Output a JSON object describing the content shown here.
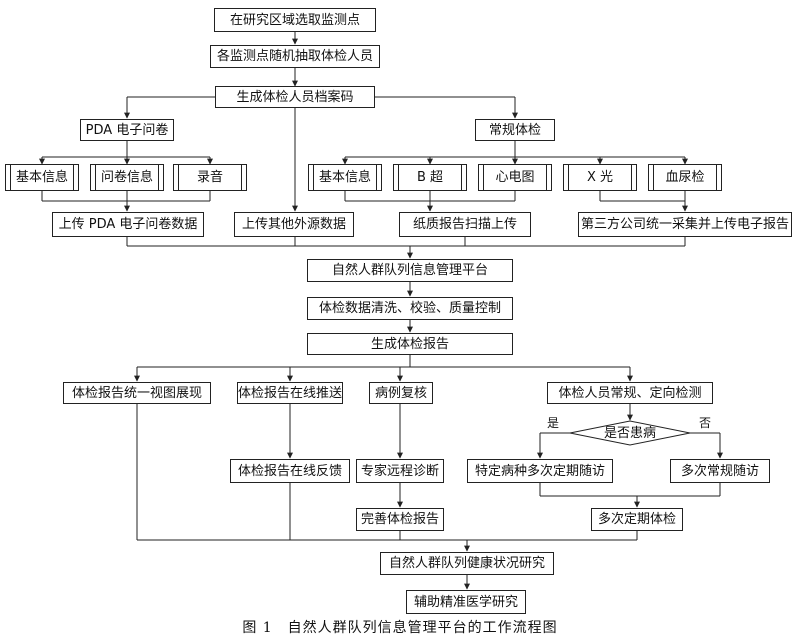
{
  "nodes": {
    "select_points": "在研究区域选取监测点",
    "random_sample": "各监测点随机抽取体检人员",
    "gen_archive": "生成体检人员档案码",
    "pda_survey": "PDA 电子问卷",
    "routine_exam": "常规体检",
    "basic_info_a": "基本信息",
    "questionnaire_info": "问卷信息",
    "recording": "录音",
    "basic_info_b": "基本信息",
    "b_ultrasound": "B 超",
    "ecg": "心电图",
    "xray": "X 光",
    "blood_urine": "血尿检",
    "upload_pda": "上传 PDA 电子问卷数据",
    "upload_other": "上传其他外源数据",
    "scan_paper": "纸质报告扫描上传",
    "third_party": "第三方公司统一采集并上传电子报告",
    "platform": "自然人群队列信息管理平台",
    "data_clean": "体检数据清洗、校验、质量控制",
    "gen_report": "生成体检报告",
    "unified_view": "体检报告统一视图展现",
    "online_push": "体检报告在线推送",
    "case_review": "病例复核",
    "regular_detect": "体检人员常规、定向检测",
    "is_sick": "是否患病",
    "yes": "是",
    "no": "否",
    "online_feedback": "体检报告在线反馈",
    "expert_diag": "专家远程诊断",
    "disease_followup": "特定病种多次定期随访",
    "routine_followup": "多次常规随访",
    "complete_report": "完善体检报告",
    "periodic_exam": "多次定期体检",
    "health_study": "自然人群队列健康状况研究",
    "precision_medicine": "辅助精准医学研究"
  },
  "caption": "图 1　自然人群队列信息管理平台的工作流程图"
}
